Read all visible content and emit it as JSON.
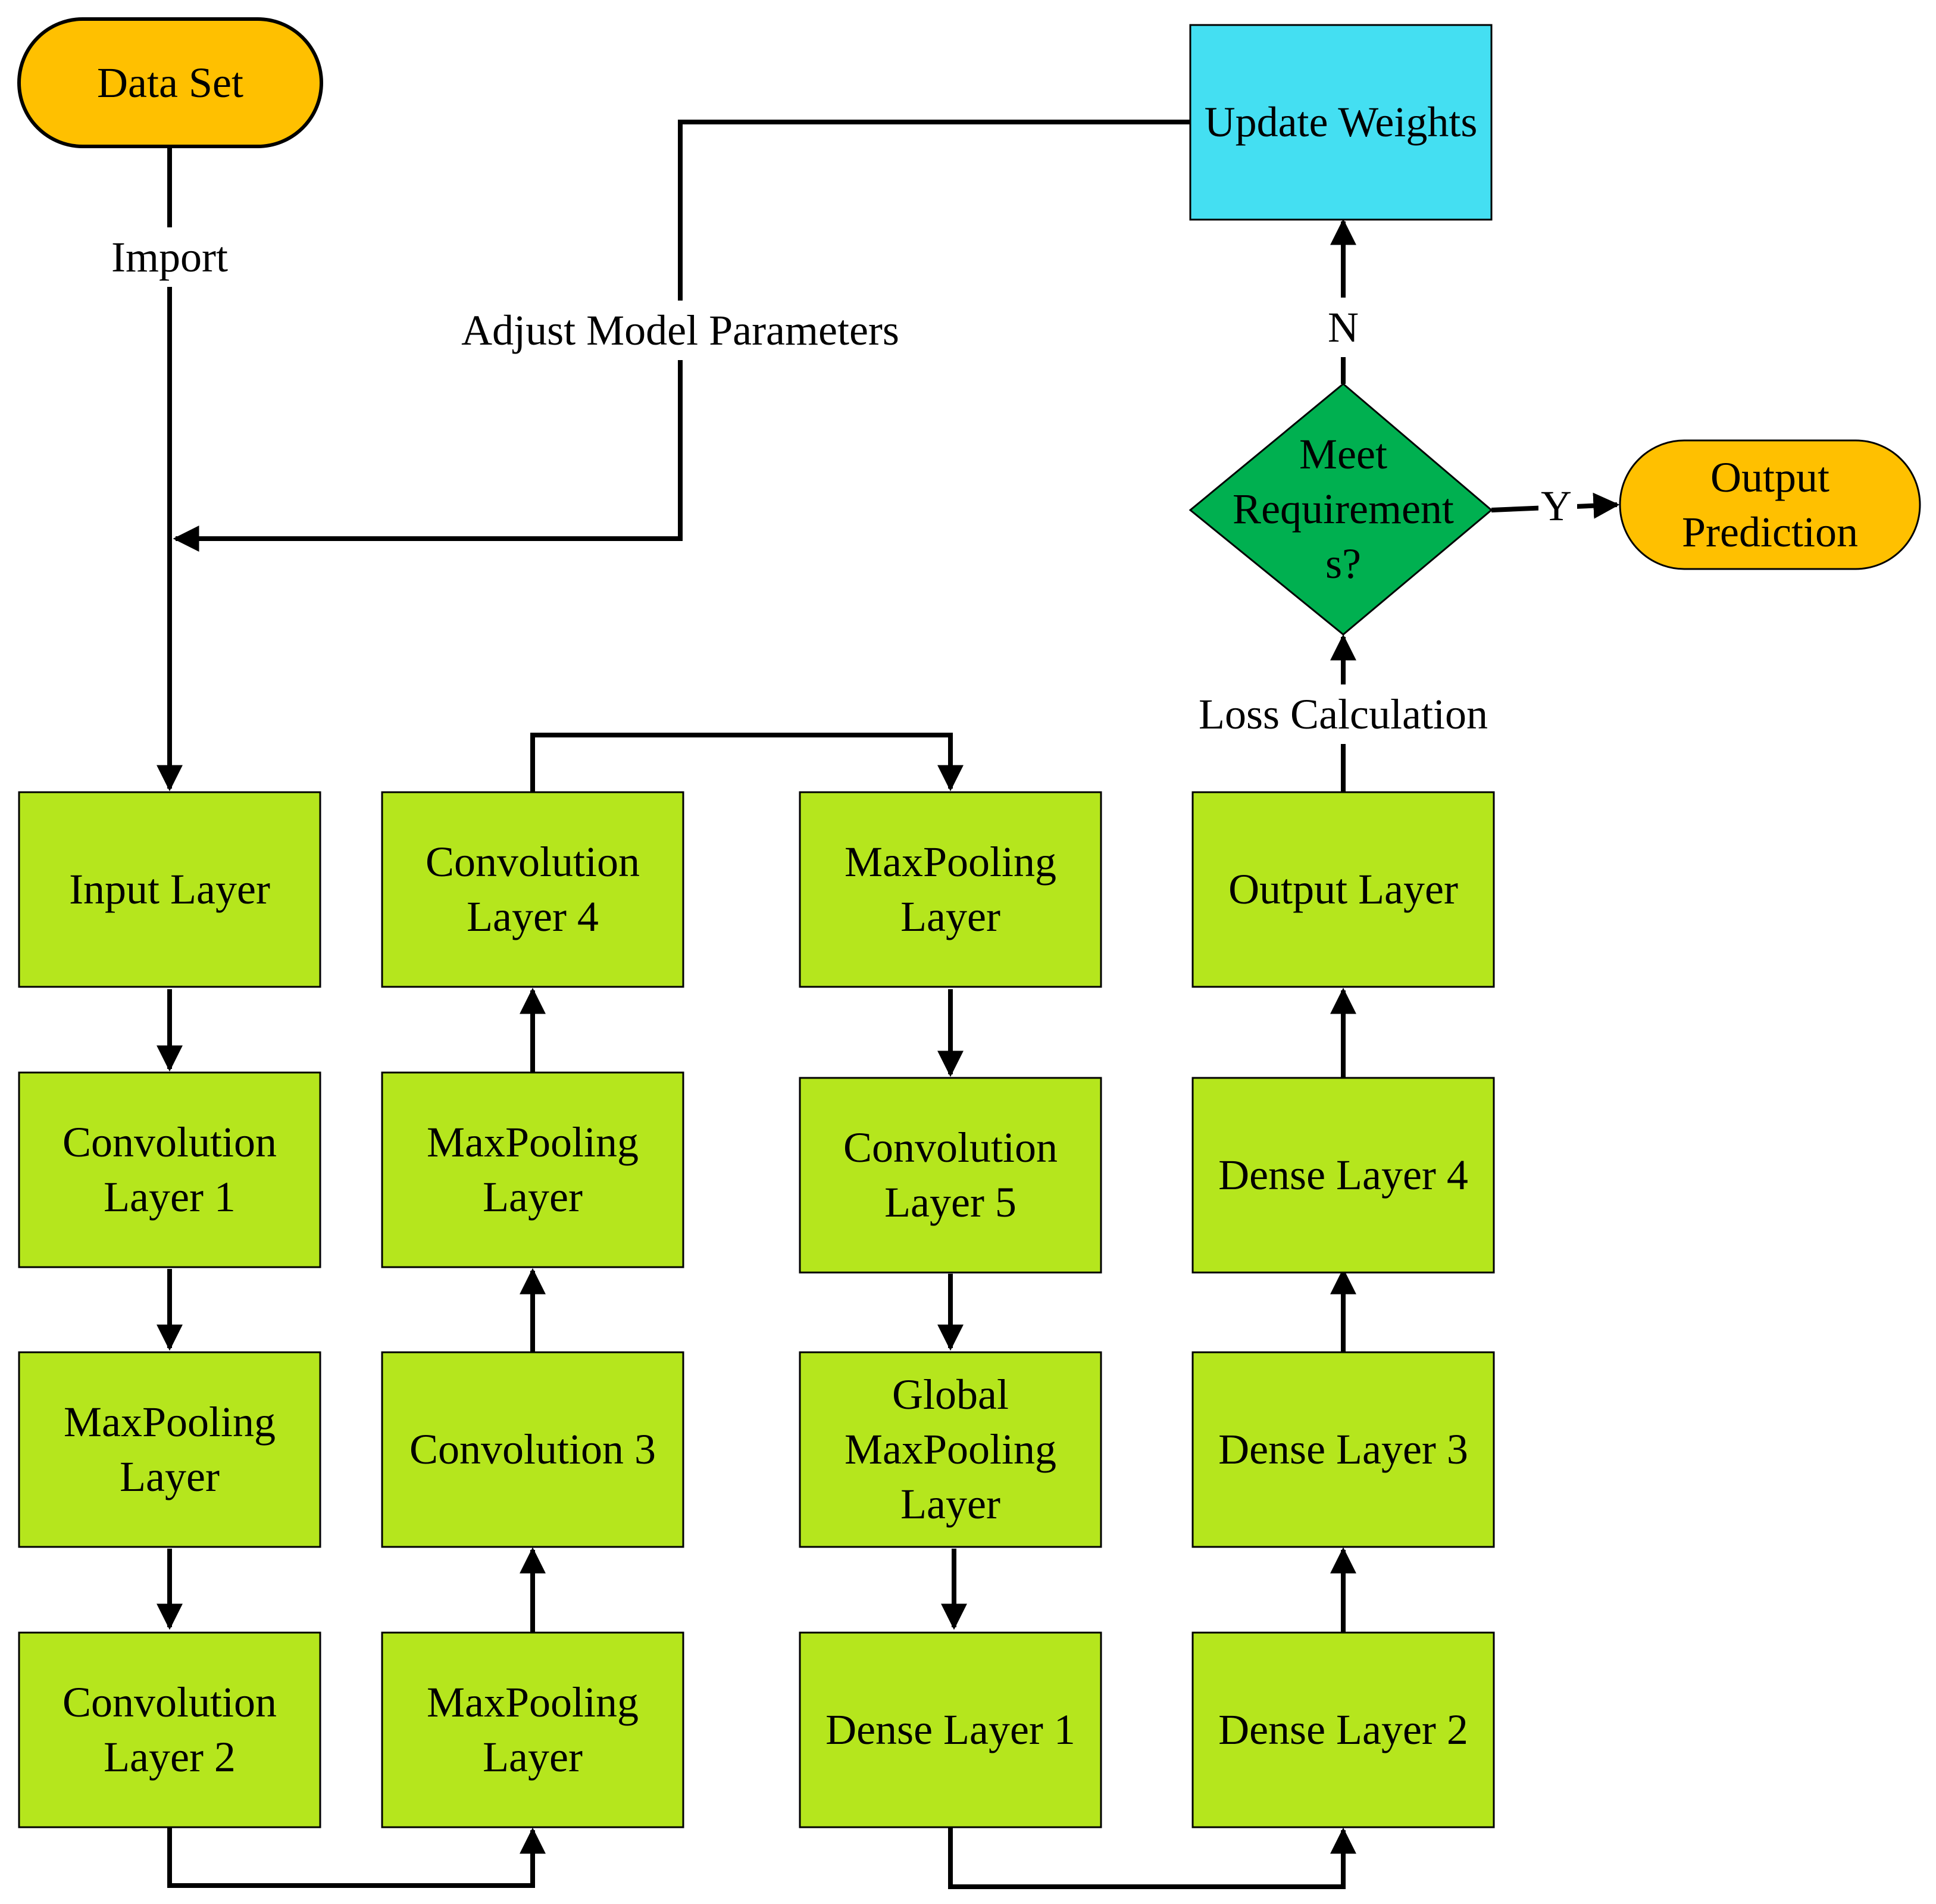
{
  "nodes": {
    "data_set": [
      "Data Set"
    ],
    "update_weights": [
      "Update Weights"
    ],
    "meet_requirements": [
      "Meet",
      "Requirement",
      "s?"
    ],
    "output_prediction": [
      "Output",
      "Prediction"
    ],
    "input_layer": [
      "Input Layer"
    ],
    "conv1": [
      "Convolution",
      "Layer 1"
    ],
    "maxpool1": [
      "MaxPooling",
      "Layer"
    ],
    "conv2": [
      "Convolution",
      "Layer 2"
    ],
    "conv4": [
      "Convolution",
      "Layer 4"
    ],
    "maxpool3": [
      "MaxPooling",
      "Layer"
    ],
    "conv3": [
      "Convolution 3"
    ],
    "maxpool2": [
      "MaxPooling",
      "Layer"
    ],
    "maxpool4": [
      "MaxPooling",
      "Layer"
    ],
    "conv5": [
      "Convolution",
      "Layer 5"
    ],
    "global_maxpool": [
      "Global",
      "MaxPooling",
      "Layer"
    ],
    "dense1": [
      "Dense Layer 1"
    ],
    "output_layer": [
      "Output Layer"
    ],
    "dense4": [
      "Dense Layer 4"
    ],
    "dense3": [
      "Dense Layer 3"
    ],
    "dense2": [
      "Dense Layer 2"
    ]
  },
  "edge_labels": {
    "import": "Import",
    "adjust": "Adjust Model Parameters",
    "no": "N",
    "yes": "Y",
    "loss": "Loss Calculation"
  },
  "colors": {
    "terminal": "#ffc000",
    "layer": "#b5e61d",
    "update": "#44dff2",
    "decision": "#00b050"
  }
}
